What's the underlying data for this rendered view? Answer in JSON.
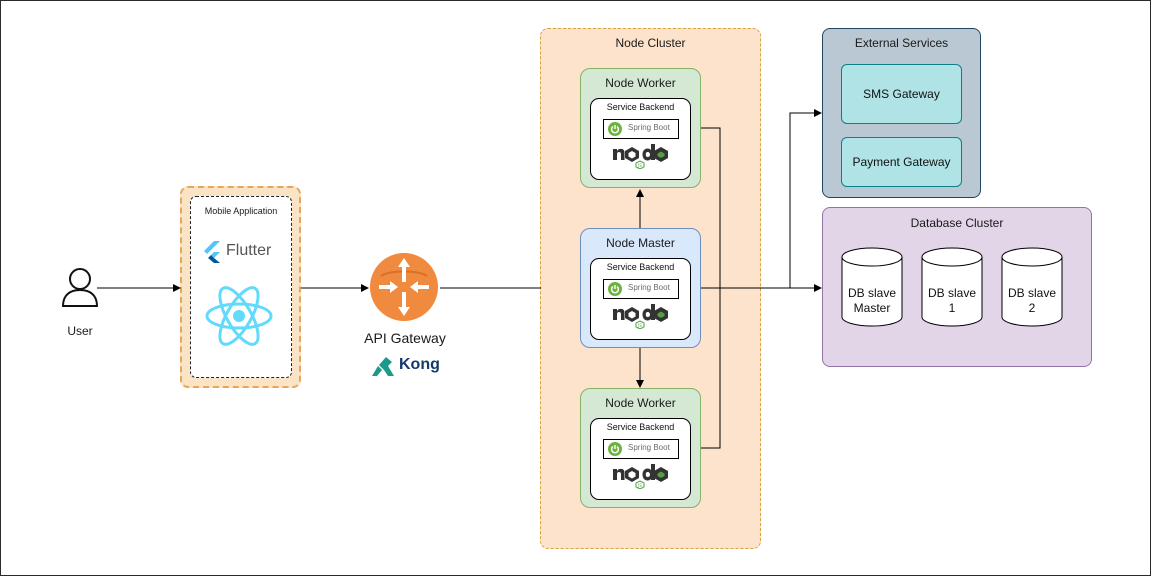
{
  "user": {
    "label": "User",
    "icon": "user-icon"
  },
  "mobile_app": {
    "title": "Mobile Application",
    "flutter_label": "Flutter",
    "icons": [
      "flutter-icon",
      "react-icon"
    ]
  },
  "api_gateway": {
    "label": "API Gateway",
    "product": "Kong",
    "icon": "router-icon"
  },
  "node_cluster": {
    "title": "Node Cluster",
    "nodes": [
      {
        "title": "Node Worker",
        "service": "Service Backend",
        "framework": "Spring Boot",
        "runtime_icon": "nodejs-icon"
      },
      {
        "title": "Node Master",
        "service": "Service Backend",
        "framework": "Spring Boot",
        "runtime_icon": "nodejs-icon"
      },
      {
        "title": "Node Worker",
        "service": "Service Backend",
        "framework": "Spring Boot",
        "runtime_icon": "nodejs-icon"
      }
    ]
  },
  "external_services": {
    "title": "External Services",
    "items": [
      "SMS Gateway",
      "Payment Gateway"
    ]
  },
  "database_cluster": {
    "title": "Database Cluster",
    "databases": [
      {
        "line1": "DB slave",
        "line2": "Master"
      },
      {
        "line1": "DB slave",
        "line2": "1"
      },
      {
        "line1": "DB slave",
        "line2": "2"
      }
    ]
  },
  "colors": {
    "cluster_fill": "#fde3cb",
    "worker_fill": "#d5e8d4",
    "master_fill": "#dae8fc",
    "external_fill": "#bac8d3",
    "external_item_fill": "#b0e3e6",
    "database_fill": "#e1d5e7",
    "gateway_orange": "#f08a3e",
    "nodejs_green": "#539e43",
    "spring_green": "#6db33f",
    "react_blue": "#61dafb"
  }
}
